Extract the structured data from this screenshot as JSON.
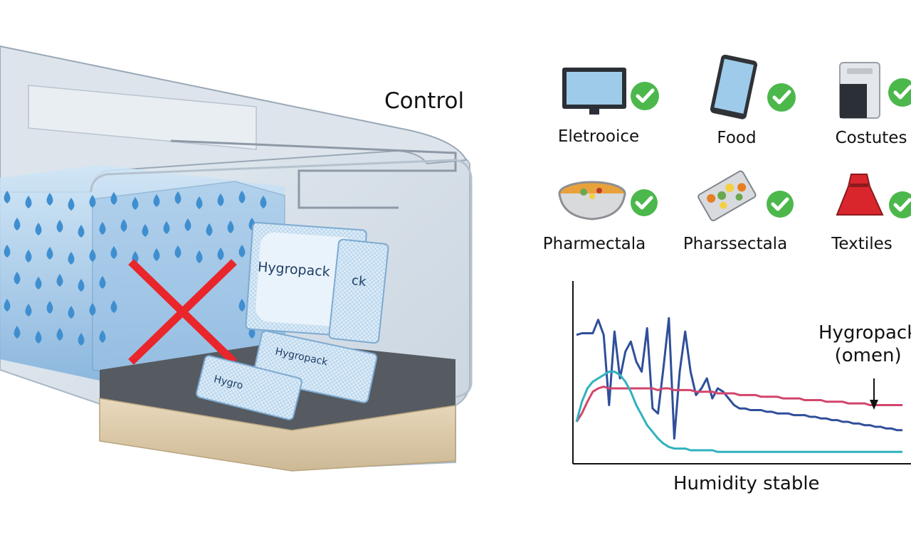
{
  "scene": {
    "control_label": "Control",
    "pack_label": "Hygropack",
    "pack_label_partial": "ck",
    "pack_label_small_1": "Hygropack",
    "pack_label_small_2": "Hygro",
    "colors": {
      "droplet": "#3f8fd0",
      "cross": "#e8262b",
      "check": "#4cb84c",
      "pack": "#cfe6f7"
    }
  },
  "categories": [
    {
      "label": "Eletrooice",
      "icon": "monitor-icon"
    },
    {
      "label": "Food",
      "icon": "tablet-icon"
    },
    {
      "label": "Costutes",
      "icon": "appliance-icon"
    },
    {
      "label": "Pharmectala",
      "icon": "soup-bowl-icon"
    },
    {
      "label": "Pharssectala",
      "icon": "food-tray-icon"
    },
    {
      "label": "Textiles",
      "icon": "dress-icon"
    }
  ],
  "chart_data": {
    "type": "line",
    "title": "",
    "xlabel": "Humidity stable",
    "ylabel": "",
    "annotation": {
      "text_line1": "Hygropack",
      "text_line2": "(omen)"
    },
    "x": [
      0,
      1,
      2,
      3,
      4,
      5,
      6,
      7,
      8,
      9,
      10,
      11,
      12,
      13,
      14,
      15,
      16,
      17,
      18,
      19,
      20,
      21,
      22,
      23,
      24,
      25,
      26,
      27,
      28,
      29,
      30,
      31,
      32,
      33,
      34,
      35,
      36,
      37,
      38,
      39,
      40,
      41,
      42,
      43,
      44,
      45,
      46,
      47,
      48,
      49,
      50,
      51,
      52,
      53,
      54,
      55,
      56,
      57,
      58,
      59,
      60
    ],
    "series": [
      {
        "color": "#2f4f9a",
        "values": [
          0.72,
          0.73,
          0.73,
          0.73,
          0.81,
          0.72,
          0.3,
          0.74,
          0.46,
          0.62,
          0.68,
          0.56,
          0.5,
          0.76,
          0.28,
          0.25,
          0.52,
          0.82,
          0.1,
          0.5,
          0.74,
          0.5,
          0.36,
          0.4,
          0.46,
          0.34,
          0.4,
          0.38,
          0.34,
          0.3,
          0.28,
          0.28,
          0.27,
          0.27,
          0.27,
          0.26,
          0.26,
          0.25,
          0.25,
          0.25,
          0.24,
          0.24,
          0.24,
          0.23,
          0.23,
          0.22,
          0.22,
          0.21,
          0.21,
          0.2,
          0.2,
          0.19,
          0.19,
          0.18,
          0.18,
          0.17,
          0.17,
          0.16,
          0.16,
          0.15,
          0.15
        ]
      },
      {
        "color": "#d2456b",
        "values": [
          0.2,
          0.25,
          0.32,
          0.38,
          0.4,
          0.41,
          0.4,
          0.4,
          0.4,
          0.4,
          0.4,
          0.4,
          0.4,
          0.4,
          0.4,
          0.39,
          0.4,
          0.4,
          0.39,
          0.39,
          0.39,
          0.39,
          0.38,
          0.38,
          0.38,
          0.38,
          0.37,
          0.37,
          0.37,
          0.37,
          0.36,
          0.36,
          0.36,
          0.36,
          0.35,
          0.35,
          0.35,
          0.35,
          0.34,
          0.34,
          0.34,
          0.34,
          0.33,
          0.33,
          0.33,
          0.33,
          0.32,
          0.32,
          0.32,
          0.32,
          0.31,
          0.31,
          0.31,
          0.31,
          0.3,
          0.3,
          0.3,
          0.3,
          0.3,
          0.3,
          0.3
        ]
      },
      {
        "color": "#2fb2bf",
        "values": [
          0.2,
          0.32,
          0.4,
          0.44,
          0.46,
          0.48,
          0.5,
          0.5,
          0.48,
          0.44,
          0.38,
          0.3,
          0.24,
          0.18,
          0.14,
          0.1,
          0.07,
          0.05,
          0.04,
          0.04,
          0.04,
          0.03,
          0.03,
          0.03,
          0.03,
          0.03,
          0.02,
          0.02,
          0.02,
          0.02,
          0.02,
          0.02,
          0.02,
          0.02,
          0.02,
          0.02,
          0.02,
          0.02,
          0.02,
          0.02,
          0.02,
          0.02,
          0.02,
          0.02,
          0.02,
          0.02,
          0.02,
          0.02,
          0.02,
          0.02,
          0.02,
          0.02,
          0.02,
          0.02,
          0.02,
          0.02,
          0.02,
          0.02,
          0.02,
          0.02,
          0.02
        ]
      }
    ],
    "xlim": [
      0,
      60
    ],
    "ylim": [
      0,
      1
    ],
    "grid": false,
    "legend": "none"
  }
}
